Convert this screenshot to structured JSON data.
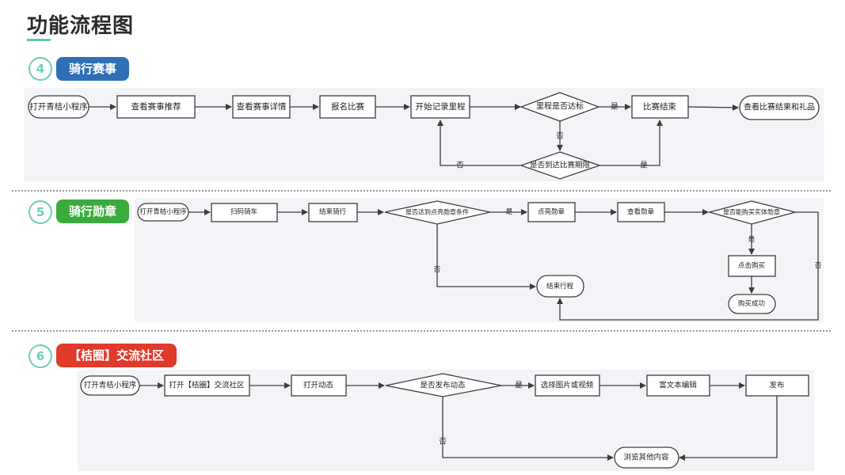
{
  "page": {
    "title": "功能流程图",
    "accent": "#5fc4b0"
  },
  "sections": [
    {
      "number": "4",
      "label": "骑行赛事",
      "color": "#2f6fb6",
      "nodes": {
        "start": "打开青桔小程序",
        "view_events": "查看赛事推荐",
        "event_detail": "查看赛事详情",
        "signup": "报名比赛",
        "start_record": "开始记录里程",
        "mileage_ok": "里程是否达标",
        "race_end": "比赛结束",
        "results": "查看比赛结果和礼品",
        "deadline": "是否到达比赛期限"
      },
      "edges": {
        "yes": "是",
        "no": "否"
      }
    },
    {
      "number": "5",
      "label": "骑行勋章",
      "color": "#3bab3d",
      "nodes": {
        "start": "打开青桔小程序",
        "scan": "扫码骑车",
        "end_ride": "结束骑行",
        "condition": "是否达到点亮勋章条件",
        "light": "点亮勋章",
        "view_medal": "查看勋章",
        "buy_q": "是否能购买实体勋章",
        "click_buy": "点击购买",
        "buy_ok": "购买成功",
        "end_trip": "结束行程"
      },
      "edges": {
        "yes": "是",
        "no": "否"
      }
    },
    {
      "number": "6",
      "label": "【桔圈】交流社区",
      "color": "#e03a2b",
      "nodes": {
        "start": "打开青桔小程序",
        "open_community": "打开【桔圈】交流社区",
        "open_feed": "打开动态",
        "post_q": "是否发布动态",
        "pick_media": "选择图片或视频",
        "rich_edit": "富文本编辑",
        "publish": "发布",
        "browse": "浏览其他内容"
      },
      "edges": {
        "yes": "是",
        "no": "否"
      }
    }
  ]
}
